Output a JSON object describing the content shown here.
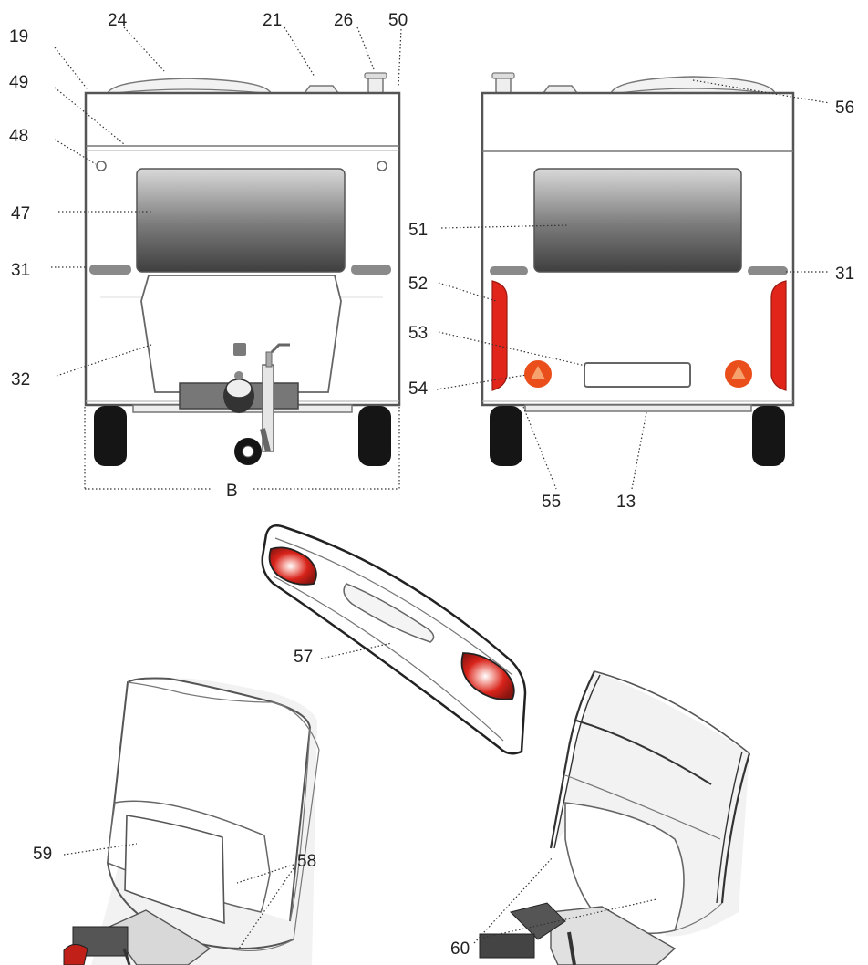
{
  "labels": {
    "l19": "19",
    "l24": "24",
    "l21": "21",
    "l26": "26",
    "l50": "50",
    "l49": "49",
    "l48": "48",
    "l47": "47",
    "l31a": "31",
    "l32": "32",
    "lB": "B",
    "l56": "56",
    "l51": "51",
    "l31b": "31",
    "l52": "52",
    "l53": "53",
    "l54": "54",
    "l55": "55",
    "l13": "13",
    "l57": "57",
    "l59": "59",
    "l58": "58",
    "l60": "60"
  },
  "colors": {
    "outline": "#555555",
    "tail_light_red": "#e1251b",
    "reflector_orange": "#e94e1b",
    "window_dark": "#4a4a4a",
    "window_light": "#d8d8d8",
    "tyre": "#151515"
  },
  "icons": {
    "front-view": "caravan-front-view-icon",
    "rear-view": "caravan-rear-view-icon",
    "light-bar": "rear-light-bar-icon",
    "front-3d": "caravan-front-3d-icon",
    "rear-3d": "caravan-rear-3d-icon"
  }
}
